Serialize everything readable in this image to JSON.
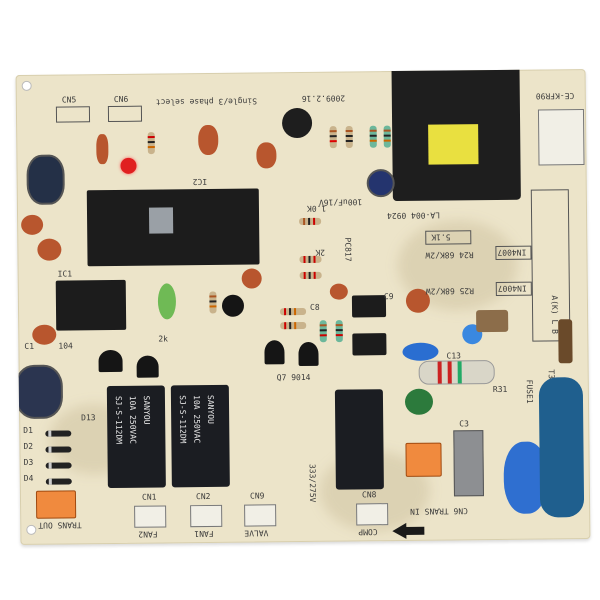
{
  "silkscreen": {
    "part_no": "CE-KFR90",
    "date": "2009.2.16",
    "board_code": "LA-004 0924",
    "cn5": "CN5",
    "cn6": "CN6",
    "cn1": "CN1",
    "cn2": "CN2",
    "cn8": "CN8",
    "cn9": "CN9",
    "ic1": "IC1",
    "ic2": "IC2",
    "r2k_a": "2K",
    "r2k_b": "2k",
    "r1k": "1.0K",
    "r51k": "5.1K",
    "d_in4007_a": "IN4007",
    "d_in4007_b": "IN4007",
    "r24": "R24 68K/2W",
    "r25": "R25 68K/2W",
    "fuse": "FUSE1",
    "fuse_rating": "T3.15A 250V",
    "c3": "C3",
    "c9": "C9",
    "c13": "C13",
    "cap_222": "333/275V",
    "single_phase": "Single/3 phase select",
    "trans_in": "CN6 TRANS IN",
    "trans_out": "TRANS OUT",
    "valve": "VALVE",
    "fan2": "FAN2",
    "fan1": "FAN1",
    "comp": "COMP",
    "ak": "A(K) L B",
    "d1": "D1",
    "d2": "D2",
    "d3": "D3",
    "d4": "D4",
    "d13": "D13",
    "c1": "C1",
    "c104": "104",
    "q": "Q7 9014",
    "r31": "R31",
    "c8": "C8",
    "pc817": "PC817",
    "r100uf": "100uF/16V"
  },
  "relays": {
    "brand": "SANYOU",
    "rating": "10A 250VAC",
    "model_a": "SJ-S-112DM",
    "model_b": "SJ-S-112DM"
  },
  "colors": {
    "board": "#ece4c9",
    "ic": "#1c1c1c",
    "relay": "#1b1d22",
    "capacitor_ceramic": "#b8562e",
    "capacitor_blue": "#2a6ed1",
    "connector_orange": "#f08a3e",
    "led": "#e02020",
    "transformer_coil": "#e9e040"
  }
}
